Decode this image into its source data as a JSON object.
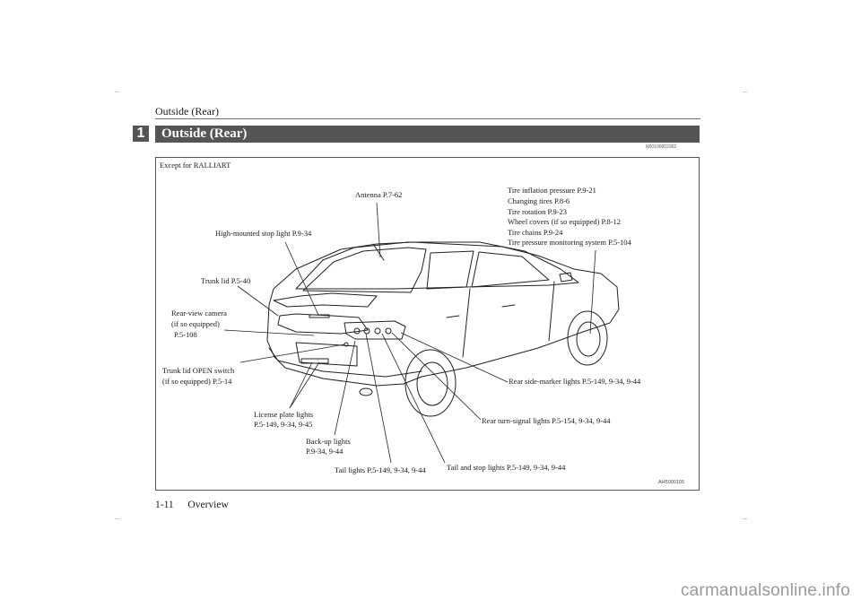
{
  "header": {
    "running_title": "Outside (Rear)",
    "chapter_number": "1"
  },
  "section": {
    "title": "Outside (Rear)",
    "ref_id": "N00100602362"
  },
  "figure": {
    "caption": "Except for RALLIART",
    "figure_code": "AH5000105",
    "labels": {
      "antenna": "Antenna P.7-62",
      "tire_1": "Tire inflation pressure P.9-21",
      "tire_2": "Changing tires P.8-6",
      "tire_3": "Tire rotation P.9-23",
      "tire_4": "Wheel covers (if so equipped) P.8-12",
      "tire_5": "Tire chains P.9-24",
      "tire_6": "Tire pressure monitoring system P.5-104",
      "stop_light": "High-mounted stop light P.9-34",
      "trunk_lid": "Trunk lid P.5-40",
      "camera_1": "Rear-view camera",
      "camera_2": "(if so equipped)",
      "camera_3": "P.5-108",
      "switch_1": "Trunk lid OPEN switch",
      "switch_2": "(if so equipped) P.5-14",
      "side_marker": "Rear side-marker lights P.5-149, 9-34, 9-44",
      "turn_signal": "Rear turn-signal lights P.5-154, 9-34, 9-44",
      "license_1": "License plate lights",
      "license_2": "P.5-149, 9-34, 9-45",
      "backup_1": "Back-up lights",
      "backup_2": "P.9-34, 9-44",
      "tail": "Tail lights P.5-149, 9-34, 9-44",
      "tail_stop": "Tail and stop lights P.5-149, 9-34, 9-44"
    }
  },
  "footer": {
    "page_number": "1-11",
    "chapter_name": "Overview"
  },
  "watermark": "carmanualsonline.info"
}
